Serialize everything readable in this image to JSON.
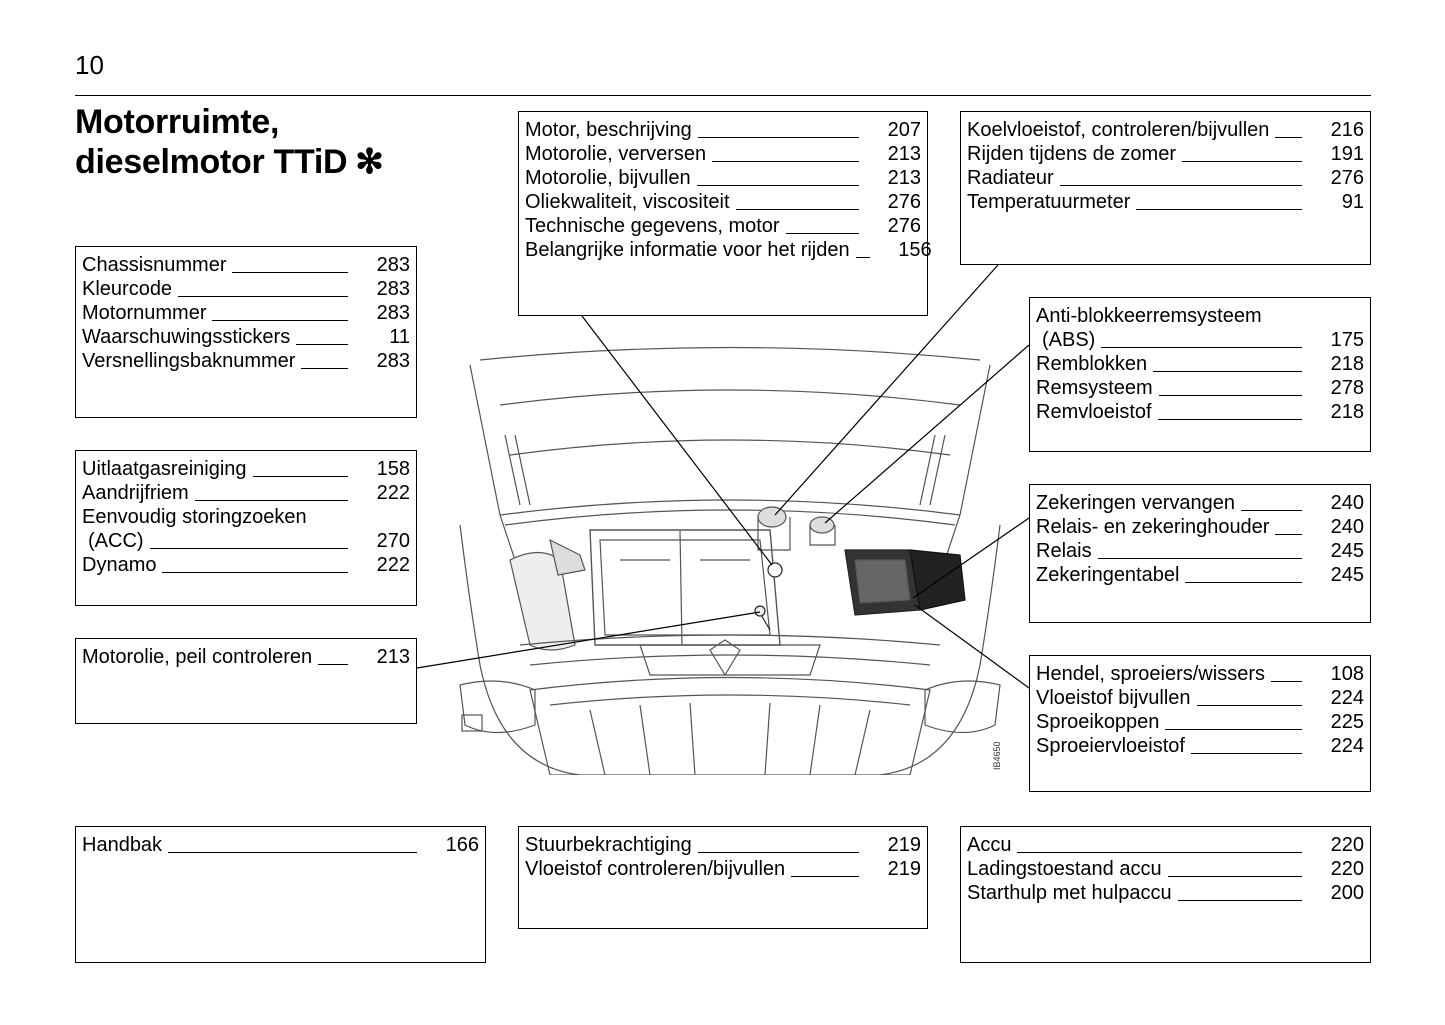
{
  "page_number": "10",
  "title_line1": "Motorruimte,",
  "title_line2": "dieselmotor TTiD",
  "title_symbol": "✻",
  "figure_code": "IB4650",
  "boxes": {
    "chassis": [
      {
        "label": "Chassisnummer",
        "page": "283"
      },
      {
        "label": "Kleurcode",
        "page": "283"
      },
      {
        "label": "Motornummer",
        "page": "283"
      },
      {
        "label": "Waarschuwingsstickers",
        "page": "11"
      },
      {
        "label": "Versnellingsbaknummer",
        "page": "283"
      }
    ],
    "uitlaat": [
      {
        "label": "Uitlaatgasreiniging",
        "page": "158"
      },
      {
        "label": "Aandrijfriem",
        "page": "222"
      },
      {
        "label": "Eenvoudig storingzoeken",
        "page": ""
      },
      {
        "label": "(ACC)",
        "page": "270"
      },
      {
        "label": "Dynamo",
        "page": "222"
      }
    ],
    "oliepeil": [
      {
        "label": "Motorolie, peil controleren",
        "page": "213"
      }
    ],
    "handbak": [
      {
        "label": "Handbak",
        "page": "166"
      }
    ],
    "motor": [
      {
        "label": "Motor, beschrijving",
        "page": "207"
      },
      {
        "label": "Motorolie, verversen",
        "page": "213"
      },
      {
        "label": "Motorolie, bijvullen",
        "page": "213"
      },
      {
        "label": "Oliekwaliteit, viscositeit",
        "page": "276"
      },
      {
        "label": "Technische gegevens, motor",
        "page": "276"
      },
      {
        "label": "Belangrijke informatie voor het rijden",
        "page": "156"
      }
    ],
    "stuur": [
      {
        "label": "Stuurbekrachtiging",
        "page": "219"
      },
      {
        "label": "Vloeistof controleren/bijvullen",
        "page": "219"
      }
    ],
    "koel": [
      {
        "label": "Koelvloeistof, controleren/bijvullen",
        "page": "216"
      },
      {
        "label": "Rijden tijdens de zomer",
        "page": "191"
      },
      {
        "label": "Radiateur",
        "page": "276"
      },
      {
        "label": "Temperatuurmeter",
        "page": "91"
      }
    ],
    "abs": [
      {
        "label": "Anti-blokkeerremsysteem",
        "page": ""
      },
      {
        "label": "(ABS)",
        "page": "175"
      },
      {
        "label": "Remblokken",
        "page": "218"
      },
      {
        "label": "Remsysteem",
        "page": "278"
      },
      {
        "label": "Remvloeistof",
        "page": "218"
      }
    ],
    "zekering": [
      {
        "label": "Zekeringen vervangen",
        "page": "240"
      },
      {
        "label": "Relais- en zekeringhouder",
        "page": "240"
      },
      {
        "label": "Relais",
        "page": "245"
      },
      {
        "label": "Zekeringentabel",
        "page": "245"
      }
    ],
    "hendel": [
      {
        "label": "Hendel, sproeiers/wissers",
        "page": "108"
      },
      {
        "label": "Vloeistof bijvullen",
        "page": "224"
      },
      {
        "label": "Sproeikoppen",
        "page": "225"
      },
      {
        "label": "Sproeiervloeistof",
        "page": "224"
      }
    ],
    "accu": [
      {
        "label": "Accu",
        "page": "220"
      },
      {
        "label": "Ladingstoestand accu",
        "page": "220"
      },
      {
        "label": "Starthulp met hulpaccu",
        "page": "200"
      }
    ]
  }
}
